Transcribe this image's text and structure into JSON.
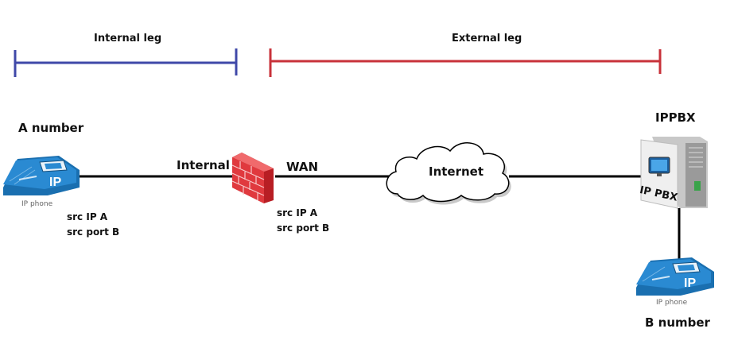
{
  "legs": {
    "internal": {
      "label": "Internal leg",
      "color": "#3f48a8"
    },
    "external": {
      "label": "External leg",
      "color": "#c8323a"
    }
  },
  "nodes": {
    "phone_a": {
      "heading": "A number",
      "icon_label": "IP phone",
      "badge": "IP"
    },
    "firewall": {
      "left_label": "Internal",
      "right_label": "WAN"
    },
    "cloud": {
      "label": "Internet"
    },
    "pbx": {
      "heading": "IPPBX",
      "icon_label": "IP PBX"
    },
    "phone_b": {
      "heading": "B number",
      "icon_label": "IP phone",
      "badge": "IP"
    }
  },
  "annotations": {
    "internal_side": {
      "line1": "src IP  A",
      "line2": "src port  B"
    },
    "wan_side": {
      "line1": "src IP  A",
      "line2": "src port  B"
    }
  },
  "colors": {
    "phone_blue": "#1f7fc4",
    "firewall_red": "#d8353a",
    "link": "#000000"
  }
}
